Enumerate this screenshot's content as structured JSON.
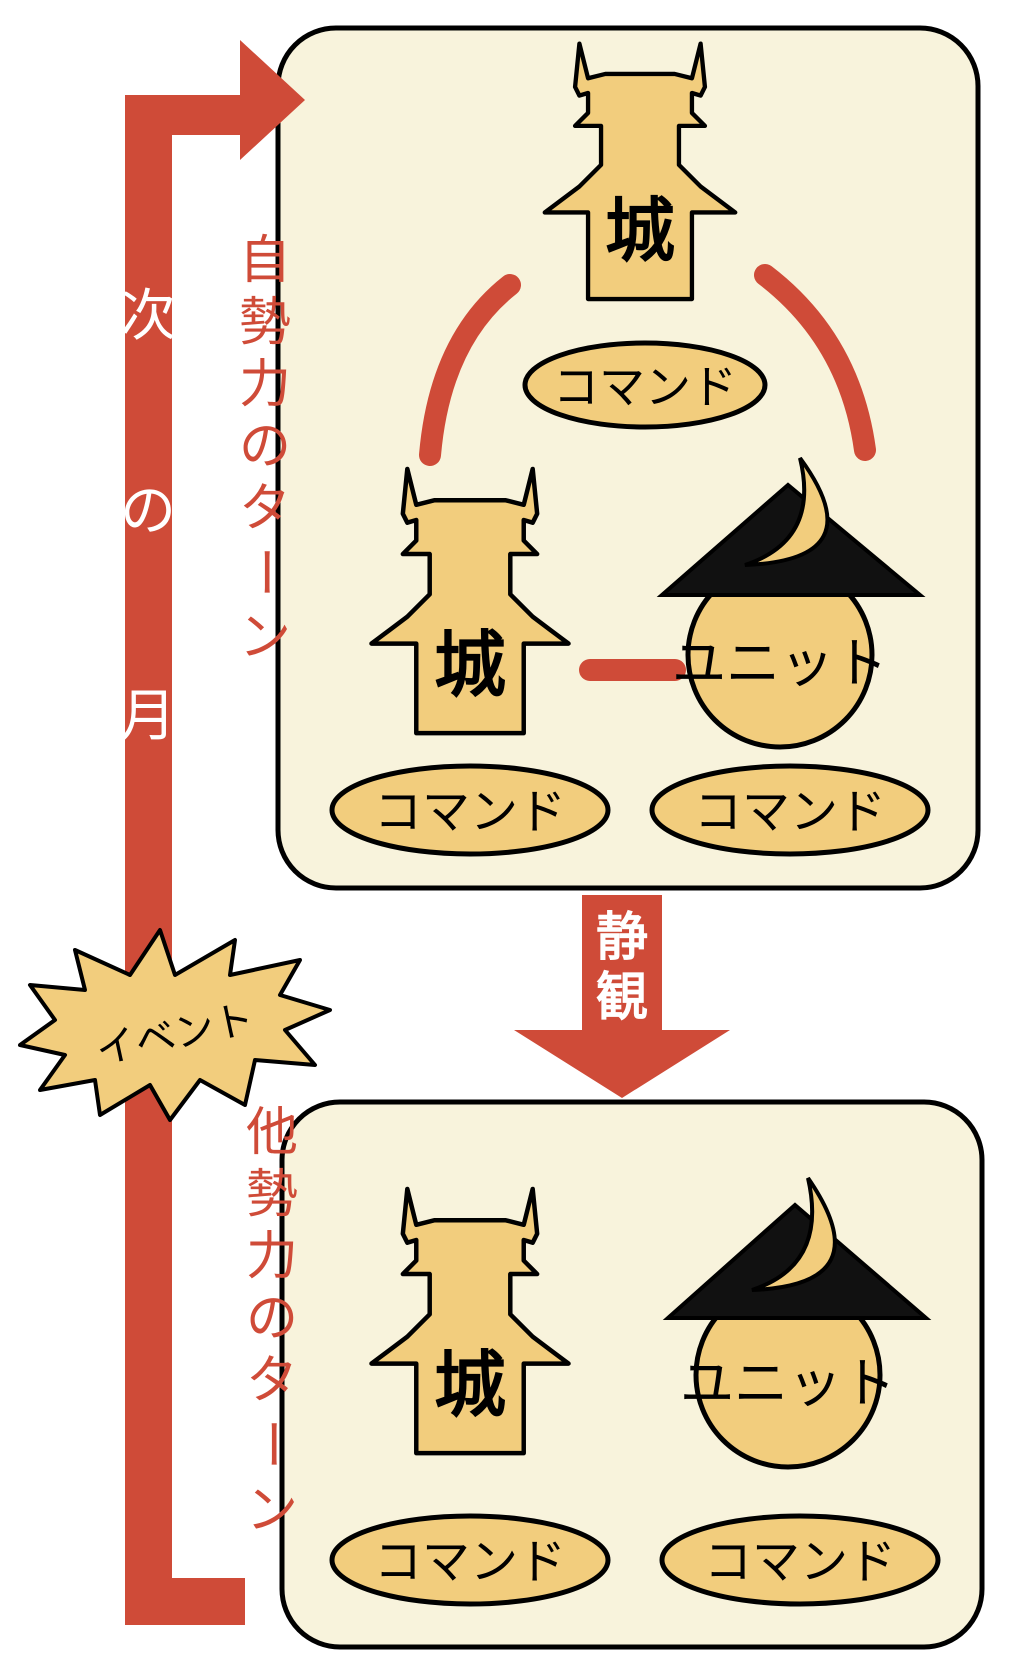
{
  "colors": {
    "panel_fill": "#f8f3dc",
    "tan": "#f2cd7d",
    "red": "#cf4b38",
    "outline": "#000000",
    "white_text": "#ffffff"
  },
  "cycle": {
    "label_chars": [
      "次",
      "の",
      "月"
    ]
  },
  "event": {
    "label": "イベント"
  },
  "own_turn": {
    "label_chars": [
      "自",
      "勢",
      "力",
      "の",
      "タ",
      "ー",
      "ン"
    ],
    "top_castle": {
      "label": "城",
      "command": "コマンド"
    },
    "left_castle": {
      "label": "城",
      "command": "コマンド"
    },
    "unit": {
      "label": "ユニット",
      "command": "コマンド"
    }
  },
  "transition": {
    "label_chars": [
      "静",
      "観"
    ]
  },
  "other_turn": {
    "label_chars": [
      "他",
      "勢",
      "力",
      "の",
      "タ",
      "ー",
      "ン"
    ],
    "castle": {
      "label": "城",
      "command": "コマンド"
    },
    "unit": {
      "label": "ユニット",
      "command": "コマンド"
    }
  }
}
